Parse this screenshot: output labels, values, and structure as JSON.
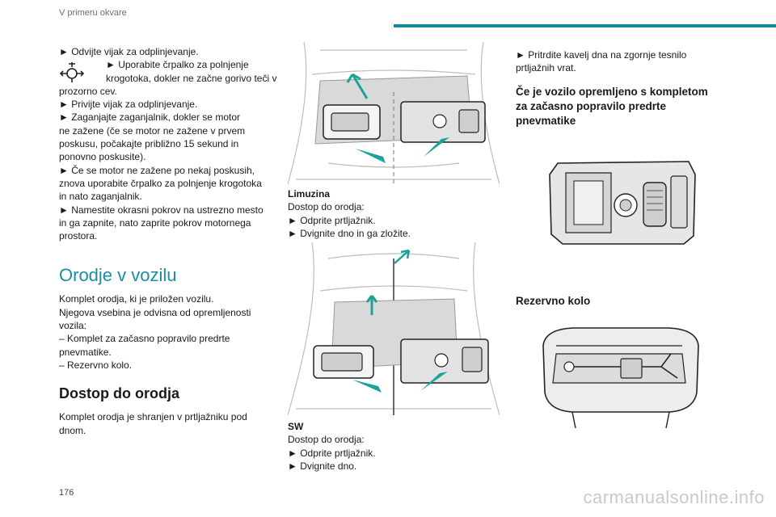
{
  "header": {
    "title": "V primeru okvare",
    "accent_color": "#0c8b9b"
  },
  "col1": {
    "intro_lines": [
      "► Odvijte vijak za odplinjevanje."
    ],
    "pump_icon": "fuel-pump-icon",
    "pump_lines": [
      "► Uporabite črpalko za polnjenje",
      "krogotoka, dokler ne začne gorivo teči v"
    ],
    "after_lines": [
      "prozorno cev.",
      "► Privijte vijak za odplinjevanje.",
      "► Zaganjajte zaganjalnik, dokler se motor",
      "ne zažene (če se motor ne zažene v prvem",
      "poskusu, počakajte približno 15 sekund in",
      "ponovno poskusite).",
      "► Če se motor ne zažene po nekaj poskusih,",
      "znova uporabite črpalko za polnjenje krogotoka",
      "in nato zaganjalnik.",
      "► Namestite okrasni pokrov na ustrezno mesto",
      "in ga zapnite, nato zaprite pokrov motornega",
      "prostora."
    ],
    "section_title": "Orodje v vozilu",
    "section_lines": [
      "Komplet orodja, ki je priložen vozilu.",
      "Njegova vsebina je odvisna od opremljenosti",
      "vozila:",
      "– Komplet za začasno popravilo predrte",
      "pnevmatike.",
      "– Rezervno kolo."
    ],
    "sub_title": "Dostop do orodja",
    "sub_lines": [
      "Komplet orodja je shranjen v prtljažniku pod",
      "dnom."
    ]
  },
  "col2": {
    "limuzina_title": "Limuzina",
    "limuzina_lines": [
      "Dostop do orodja:",
      "► Odprite prtljažnik.",
      "► Dvignite dno in ga zložite."
    ],
    "sw_title": "SW",
    "sw_lines": [
      "Dostop do orodja:",
      "► Odprite prtljažnik.",
      "► Dvignite dno."
    ]
  },
  "col3": {
    "intro_lines": [
      "► Pritrdite kavelj dna na zgornje tesnilo",
      "prtljažnih vrat."
    ],
    "kit_title_lines": [
      "Če je vozilo opremljeno s kompletom",
      "za začasno popravilo predrte",
      "pnevmatike"
    ],
    "spare_title": "Rezervno kolo"
  },
  "footer": {
    "page_number": "176",
    "watermark": "carmanualsonline.info"
  },
  "colors": {
    "section_title": "#1b8ea3",
    "arrow": "#1aa39a"
  }
}
